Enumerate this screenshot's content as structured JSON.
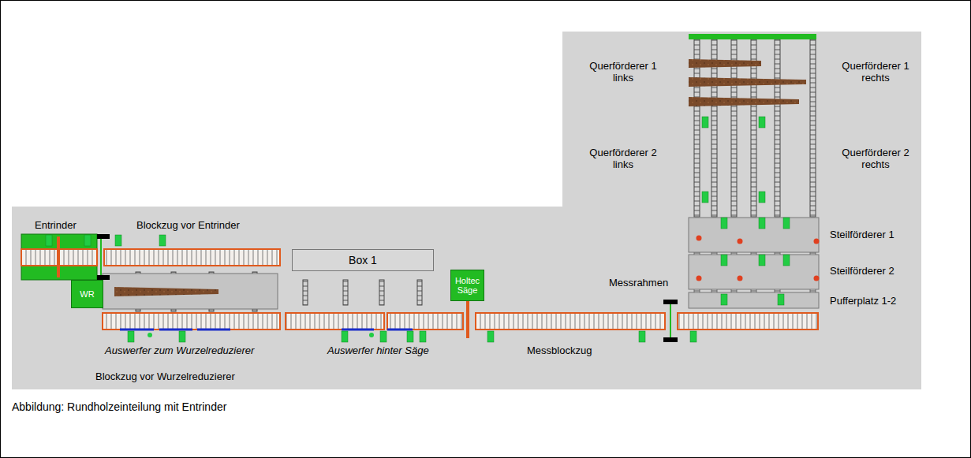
{
  "diagram": {
    "caption": "Abbildung: Rundholzeinteilung mit Entrinder",
    "nodes": [
      {
        "text": [
          "Box 1"
        ]
      },
      {
        "text": [
          "Holtec Säge"
        ]
      },
      {
        "text": [
          "WR"
        ]
      }
    ],
    "labels": [
      "Querförderer 1 links",
      "Querförderer 1 rechts",
      "Querförderer 2 links",
      "Querförderer 2 rechts",
      "Entrinder",
      "Blockzug vor Entrinder",
      "Steilförderer 1",
      "Steilförderer 2",
      "Messrahmen",
      "Pufferplatz 1-2",
      "Auswerfer zum Wurzelreduzierer",
      "Auswerfer hinter Säge",
      "Messblockzug",
      "Blockzug vor Wurzelreduzierer"
    ]
  }
}
